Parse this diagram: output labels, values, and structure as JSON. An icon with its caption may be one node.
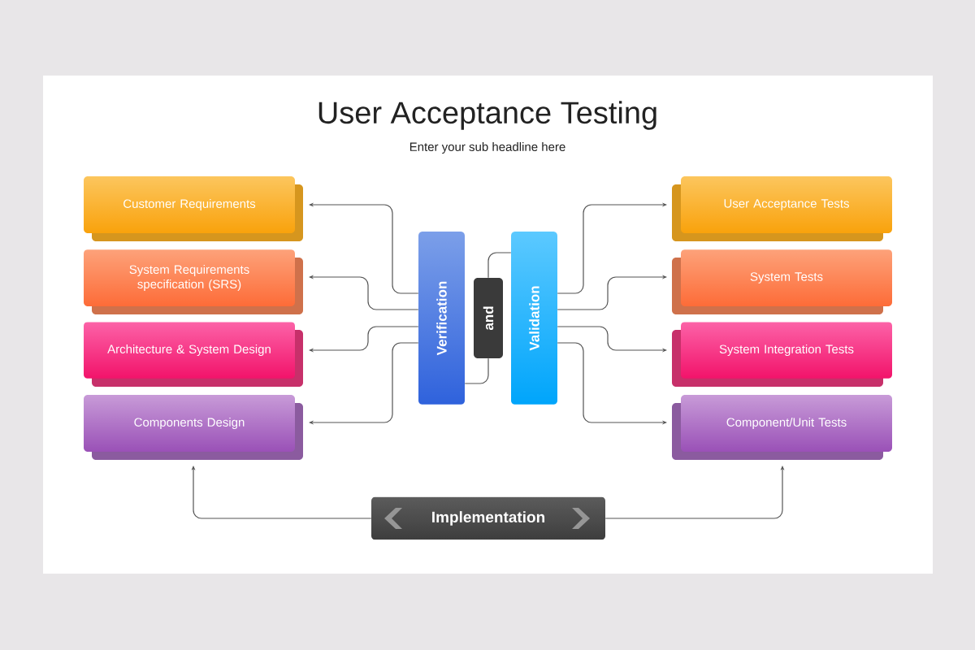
{
  "diagram": {
    "title": "User Acceptance Testing",
    "nodes": [
      {
        "text": [
          "Customer Requirements"
        ]
      },
      {
        "text": [
          "System Requirements specification (SRS)"
        ]
      },
      {
        "text": [
          "Architecture & System Design"
        ]
      },
      {
        "text": [
          "Components Design"
        ]
      },
      {
        "text": [
          "User Acceptance Tests"
        ]
      },
      {
        "text": [
          "System Tests"
        ]
      },
      {
        "text": [
          "System Integration Tests"
        ]
      },
      {
        "text": [
          "Component/Unit Tests"
        ]
      },
      {
        "text": [
          "Verification"
        ]
      },
      {
        "text": [
          "and"
        ]
      },
      {
        "text": [
          "Validation"
        ]
      },
      {
        "text": [
          "Implementation"
        ]
      }
    ],
    "edges": [
      {
        "from": 8,
        "to": 0,
        "arrow": "to"
      },
      {
        "from": 8,
        "to": 1,
        "arrow": "to"
      },
      {
        "from": 8,
        "to": 2,
        "arrow": "to"
      },
      {
        "from": 8,
        "to": 3,
        "arrow": "to"
      },
      {
        "from": 10,
        "to": 4,
        "arrow": "to"
      },
      {
        "from": 10,
        "to": 5,
        "arrow": "to"
      },
      {
        "from": 10,
        "to": 6,
        "arrow": "to"
      },
      {
        "from": 10,
        "to": 7,
        "arrow": "to"
      },
      {
        "from": 9,
        "to": 10,
        "arrow": "none"
      },
      {
        "from": 9,
        "to": 8,
        "arrow": "none"
      },
      {
        "from": 11,
        "to": 3,
        "arrow": "to"
      },
      {
        "from": 11,
        "to": 7,
        "arrow": "to"
      }
    ],
    "labels": [
      "Enter your sub headline here"
    ]
  }
}
